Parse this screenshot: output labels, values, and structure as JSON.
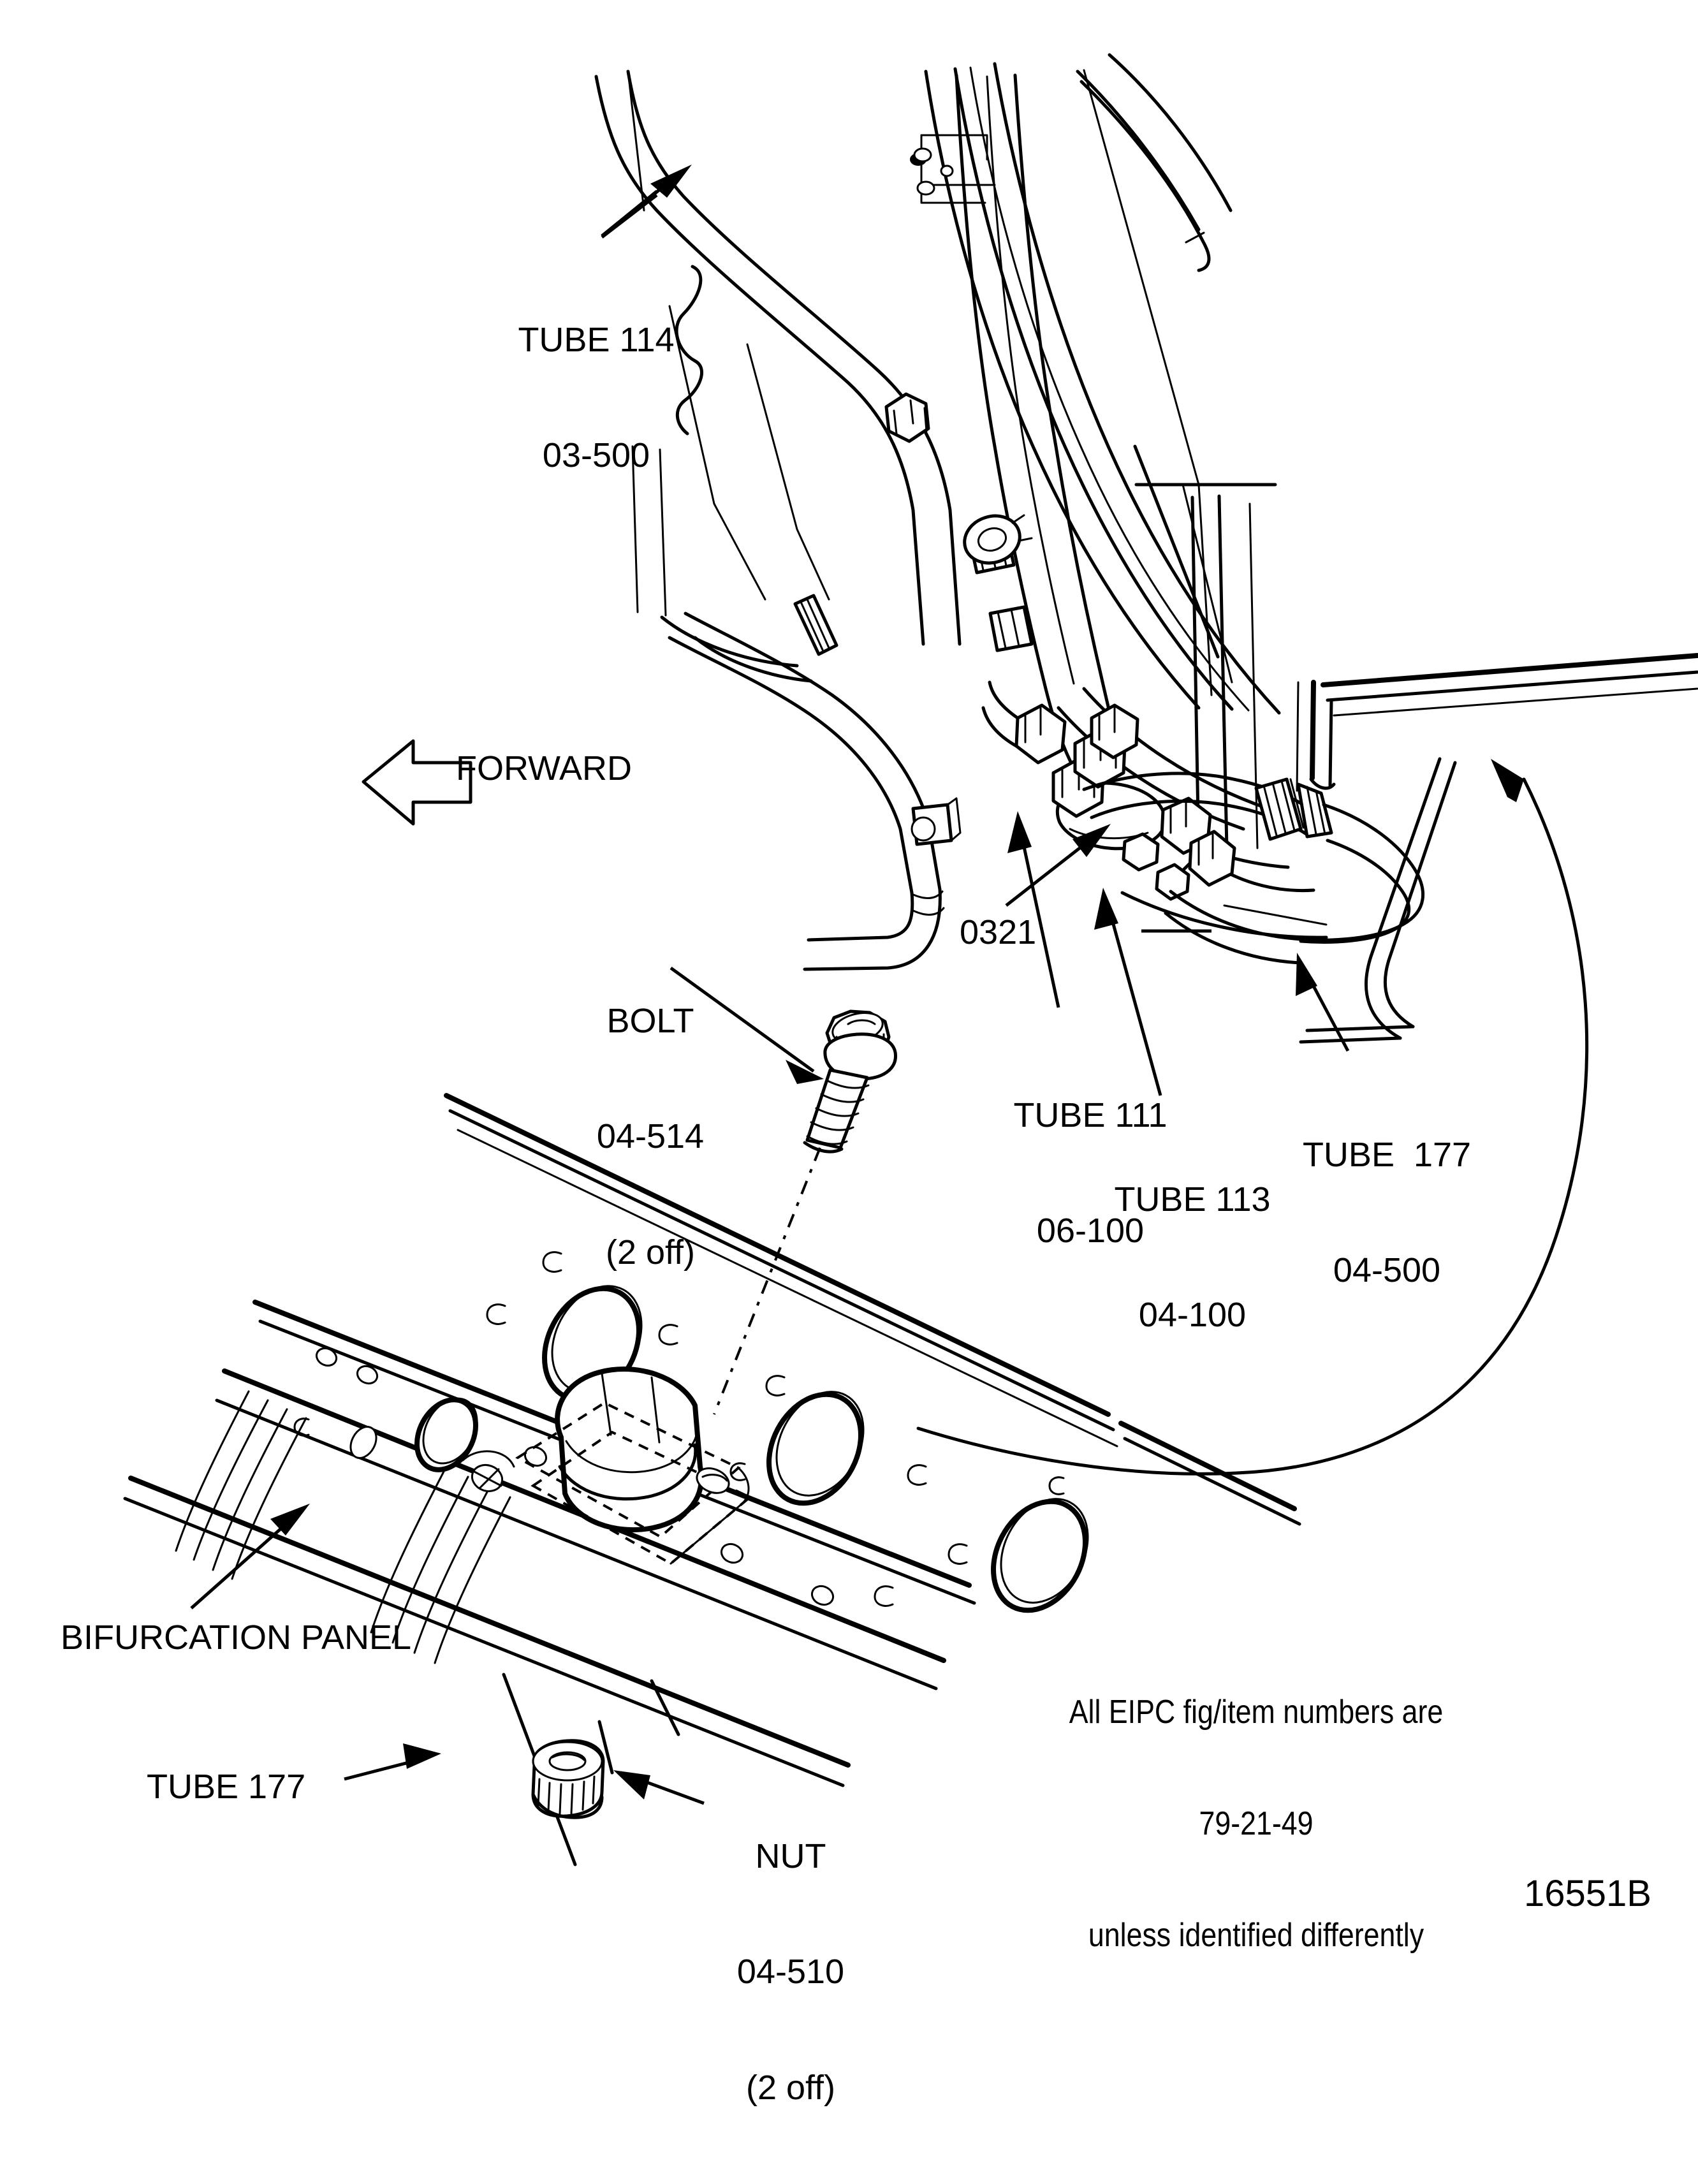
{
  "figure": {
    "number": "16551B",
    "note": {
      "line1": "All EIPC fig/item numbers are",
      "line2": "79-21-49",
      "line3": "unless identified differently"
    },
    "orientation": {
      "label": "FORWARD",
      "icon": "left-arrow-icon"
    }
  },
  "callouts": {
    "tube_114": {
      "name": "TUBE 114",
      "item": "03-500"
    },
    "bolt": {
      "name": "BOLT",
      "item": "04-514",
      "qty": "(2 off)"
    },
    "ref_0321": {
      "name": "0321"
    },
    "tube_111": {
      "name": "TUBE 111",
      "item": "06-100"
    },
    "tube_113": {
      "name": "TUBE 113",
      "item": "04-100"
    },
    "tube_177_upper": {
      "name": "TUBE  177",
      "item": "04-500"
    },
    "tube_177_lower": {
      "name": "TUBE 177"
    },
    "bifurcation_panel": {
      "name": "BIFURCATION PANEL"
    },
    "nut": {
      "name": "NUT",
      "item": "04-510",
      "qty": "(2 off)"
    }
  },
  "colors": {
    "ink": "#000000",
    "paper": "#ffffff"
  }
}
